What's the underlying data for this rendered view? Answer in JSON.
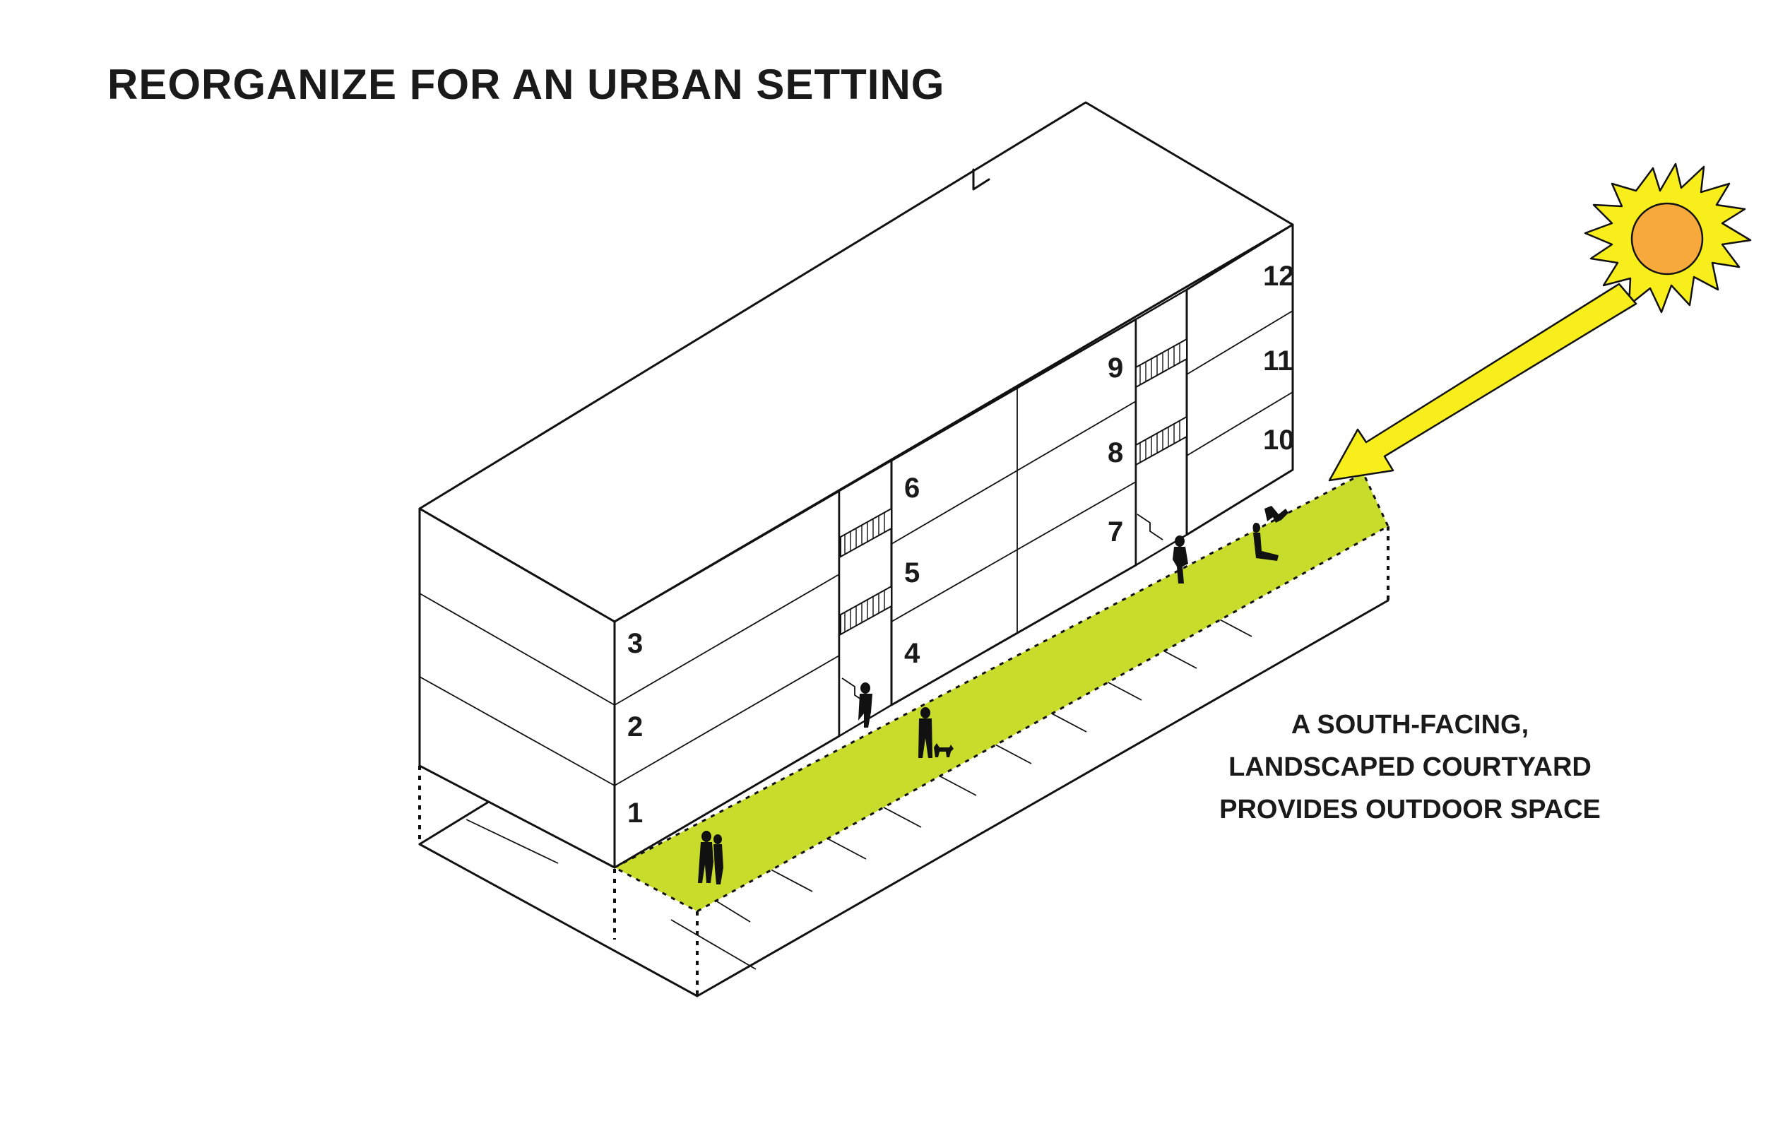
{
  "title": "REORGANIZE FOR AN URBAN SETTING",
  "units": [
    "1",
    "2",
    "3",
    "4",
    "5",
    "6",
    "7",
    "8",
    "9",
    "10",
    "11",
    "12"
  ],
  "caption": {
    "line1": "A SOUTH-FACING,",
    "line2": "LANDSCAPED COURTYARD",
    "line3": "PROVIDES OUTDOOR SPACE"
  },
  "colors": {
    "courtyard": "#c8dc2c",
    "sun_rays": "#f7ee1c",
    "sun_core": "#f7a93b",
    "arrow": "#f7ee1c",
    "line": "#111111"
  },
  "icons": [
    "sun-icon",
    "arrow-icon",
    "person-icon",
    "dog-icon",
    "stair-icon"
  ]
}
